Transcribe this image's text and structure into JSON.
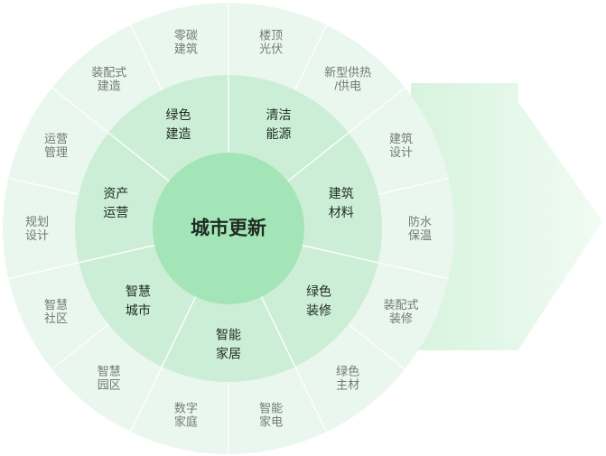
{
  "diagram": {
    "center": "城市更新",
    "inner": [
      {
        "lines": [
          "清洁",
          "能源"
        ]
      },
      {
        "lines": [
          "建筑",
          "材料"
        ]
      },
      {
        "lines": [
          "绿色",
          "装修"
        ]
      },
      {
        "lines": [
          "智能",
          "家居"
        ]
      },
      {
        "lines": [
          "智慧",
          "城市"
        ]
      },
      {
        "lines": [
          "资产",
          "运营"
        ]
      },
      {
        "lines": [
          "绿色",
          "建造"
        ]
      }
    ],
    "outer": [
      {
        "lines": [
          "楼顶",
          "光伏"
        ]
      },
      {
        "lines": [
          "新型供热",
          "/供电"
        ]
      },
      {
        "lines": [
          "建筑",
          "设计"
        ]
      },
      {
        "lines": [
          "防水",
          "保温"
        ]
      },
      {
        "lines": [
          "装配式",
          "装修"
        ]
      },
      {
        "lines": [
          "绿色",
          "主材"
        ]
      },
      {
        "lines": [
          "智能",
          "家电"
        ]
      },
      {
        "lines": [
          "数字",
          "家庭"
        ]
      },
      {
        "lines": [
          "智慧",
          "园区"
        ]
      },
      {
        "lines": [
          "智慧",
          "社区"
        ]
      },
      {
        "lines": [
          "规划",
          "设计"
        ]
      },
      {
        "lines": [
          "运营",
          "管理"
        ]
      },
      {
        "lines": [
          "装配式",
          "建造"
        ]
      },
      {
        "lines": [
          "零碳",
          "建筑"
        ]
      }
    ]
  },
  "colors": {
    "arrow": "#e6f7ea",
    "outer_ring": "#eaf7ee",
    "inner_ring": "#cdeed6",
    "center": "#a4e5b7",
    "divider": "#ffffff"
  }
}
